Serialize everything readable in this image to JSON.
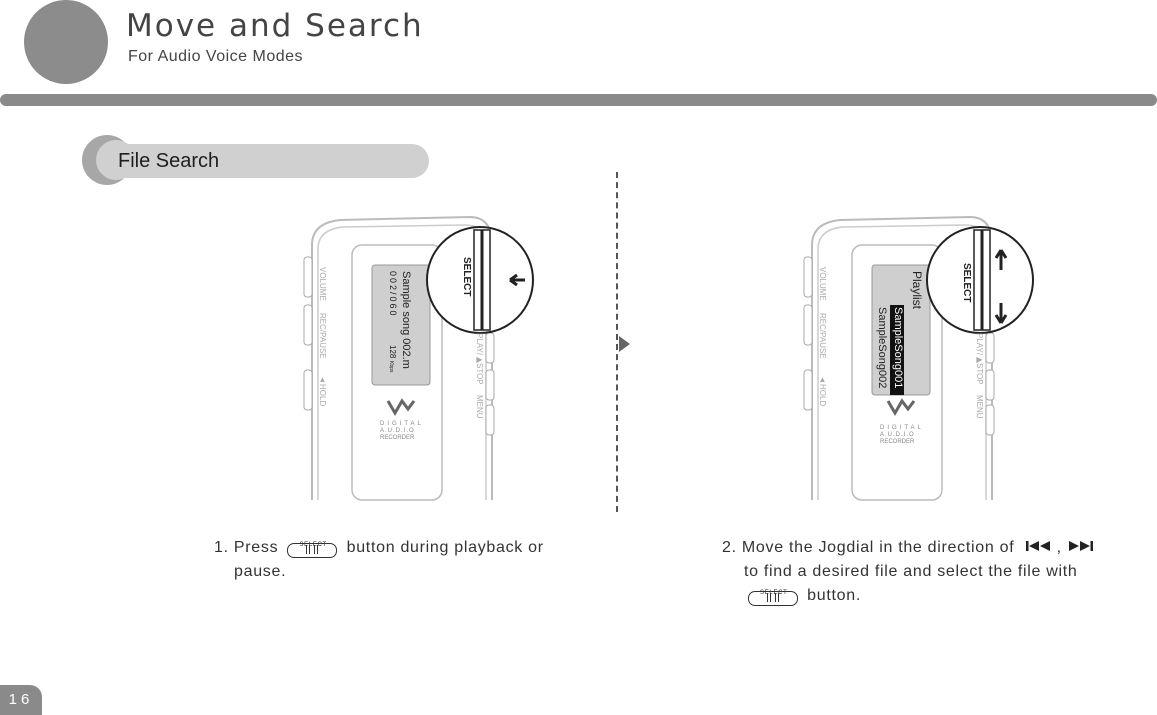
{
  "header": {
    "title": "Move and Search",
    "subtitle": "For Audio Voice Modes"
  },
  "section": {
    "label": "File Search"
  },
  "device_common": {
    "side_left": [
      "VOLUME",
      "REC/PAUSE",
      "▲HOLD"
    ],
    "side_right": [
      "PLAY/▶",
      "STOP",
      "MENU"
    ],
    "brand": [
      "DIGITAL",
      "A.U.D.I.O",
      "RECORDER"
    ],
    "select_label": "SELECT"
  },
  "device1": {
    "screen": {
      "counter": "002/060",
      "bitrate": "128",
      "bitrate_unit": "Kbps",
      "filename": "Sample song 002.m"
    }
  },
  "device2": {
    "screen": {
      "folder": "Playlist",
      "items": [
        "SampleSong001",
        "SampleSong002"
      ]
    }
  },
  "step1": {
    "before": "1. Press",
    "after": "button during playback or",
    "line2": "pause.",
    "button_label": "SELECT"
  },
  "step2": {
    "line1": "2. Move the Jogdial in the direction of",
    "comma": ",",
    "line2": "to find a desired file and select the file with",
    "line3": "button.",
    "button_label": "SELECT"
  },
  "footer": {
    "page_number": "16"
  },
  "colors": {
    "accent_gray": "#8a8a8a",
    "pill": "#d0d0d0",
    "screen_bg": "#cfcfcf"
  }
}
